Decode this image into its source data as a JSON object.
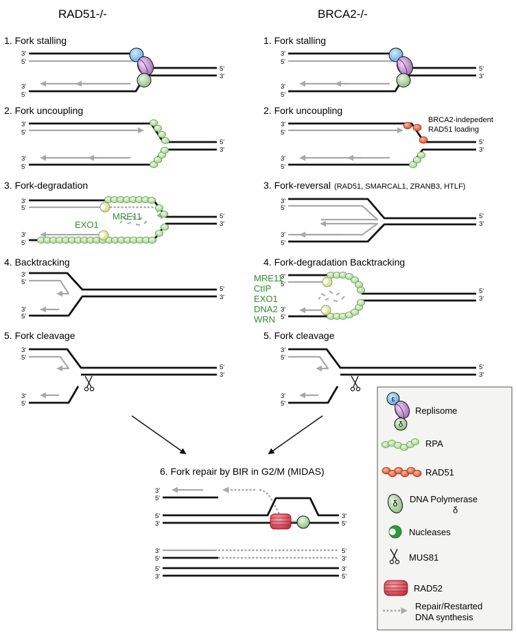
{
  "columns": {
    "left": "RAD51-/-",
    "right": "BRCA2-/-"
  },
  "ends": {
    "three": "3'",
    "five": "5'"
  },
  "left_steps": {
    "s1": "1. Fork stalling",
    "s2": "2. Fork uncoupling",
    "s3": "3. Fork-degradation",
    "s4": "4. Backtracking",
    "s5": "5. Fork cleavage"
  },
  "left_labels": {
    "mre11": "MRE11",
    "exo1": "EXO1"
  },
  "right_steps": {
    "s1": "1. Fork stalling",
    "s2": "2. Fork uncoupling",
    "s3": "3. Fork-reversal",
    "s3_factors": "(RAD51, SMARCAL1, ZRANB3, HTLF)",
    "s4": "4. Fork-degradation Backtracking",
    "s5": "5. Fork cleavage"
  },
  "right_labels": {
    "brca2_line1": "BRCA2-indepedent",
    "brca2_line2": "RAD51 loading",
    "nucleases": [
      "MRE11",
      "CtIP",
      "EXO1",
      "DNA2",
      "WRN"
    ]
  },
  "bottom": {
    "title": "6. Fork repair by BIR in G2/M (MIDAS)"
  },
  "legend": {
    "items": [
      {
        "label": "Replisome",
        "icon": "replisome-icon"
      },
      {
        "label": "RPA",
        "icon": "rpa-icon"
      },
      {
        "label": "RAD51",
        "icon": "rad51-icon"
      },
      {
        "label": "DNA Polymerase",
        "label2": "δ",
        "icon": "polymerase-icon"
      },
      {
        "label": "Nucleases",
        "icon": "nuclease-icon"
      },
      {
        "label": "MUS81",
        "icon": "scissors-icon"
      },
      {
        "label": "RAD52",
        "icon": "rad52-icon"
      },
      {
        "label": "Repair/Restarted",
        "label2": "DNA synthesis",
        "icon": "dotted-arrow-icon"
      }
    ],
    "glyphs": {
      "epsilon": "ε",
      "delta": "δ"
    }
  },
  "colors": {
    "dna": "#111111",
    "nascent": "#a8a8a8",
    "rpa": "#bfe6a6",
    "rad51": "#e8684a",
    "polymerase": "#b8dbb0",
    "epsilon": "#8fc3ea",
    "mcm": "#c79ad3",
    "rad52": "#d94c5a",
    "nuclease_text": "#2e8b2e",
    "legend_bg": "#f4f4f2"
  }
}
